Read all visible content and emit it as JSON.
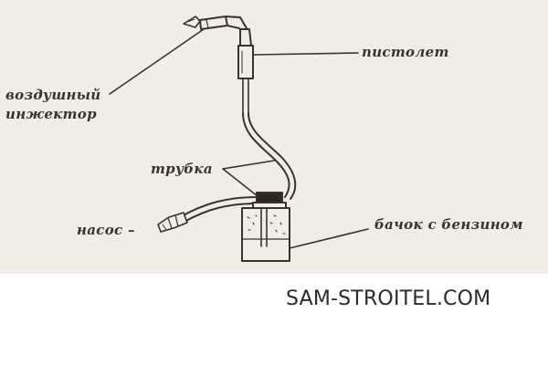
{
  "labels": {
    "gun": "пистолет",
    "injector_line1": "воздушный",
    "injector_line2": "инжектор",
    "tube": "трубка",
    "pump": "насос –",
    "tank": "бачок с бензином"
  },
  "watermark": "SAM-STROITEL.COM",
  "colors": {
    "paper": "#f1ece6",
    "ink": "#3a322c"
  }
}
